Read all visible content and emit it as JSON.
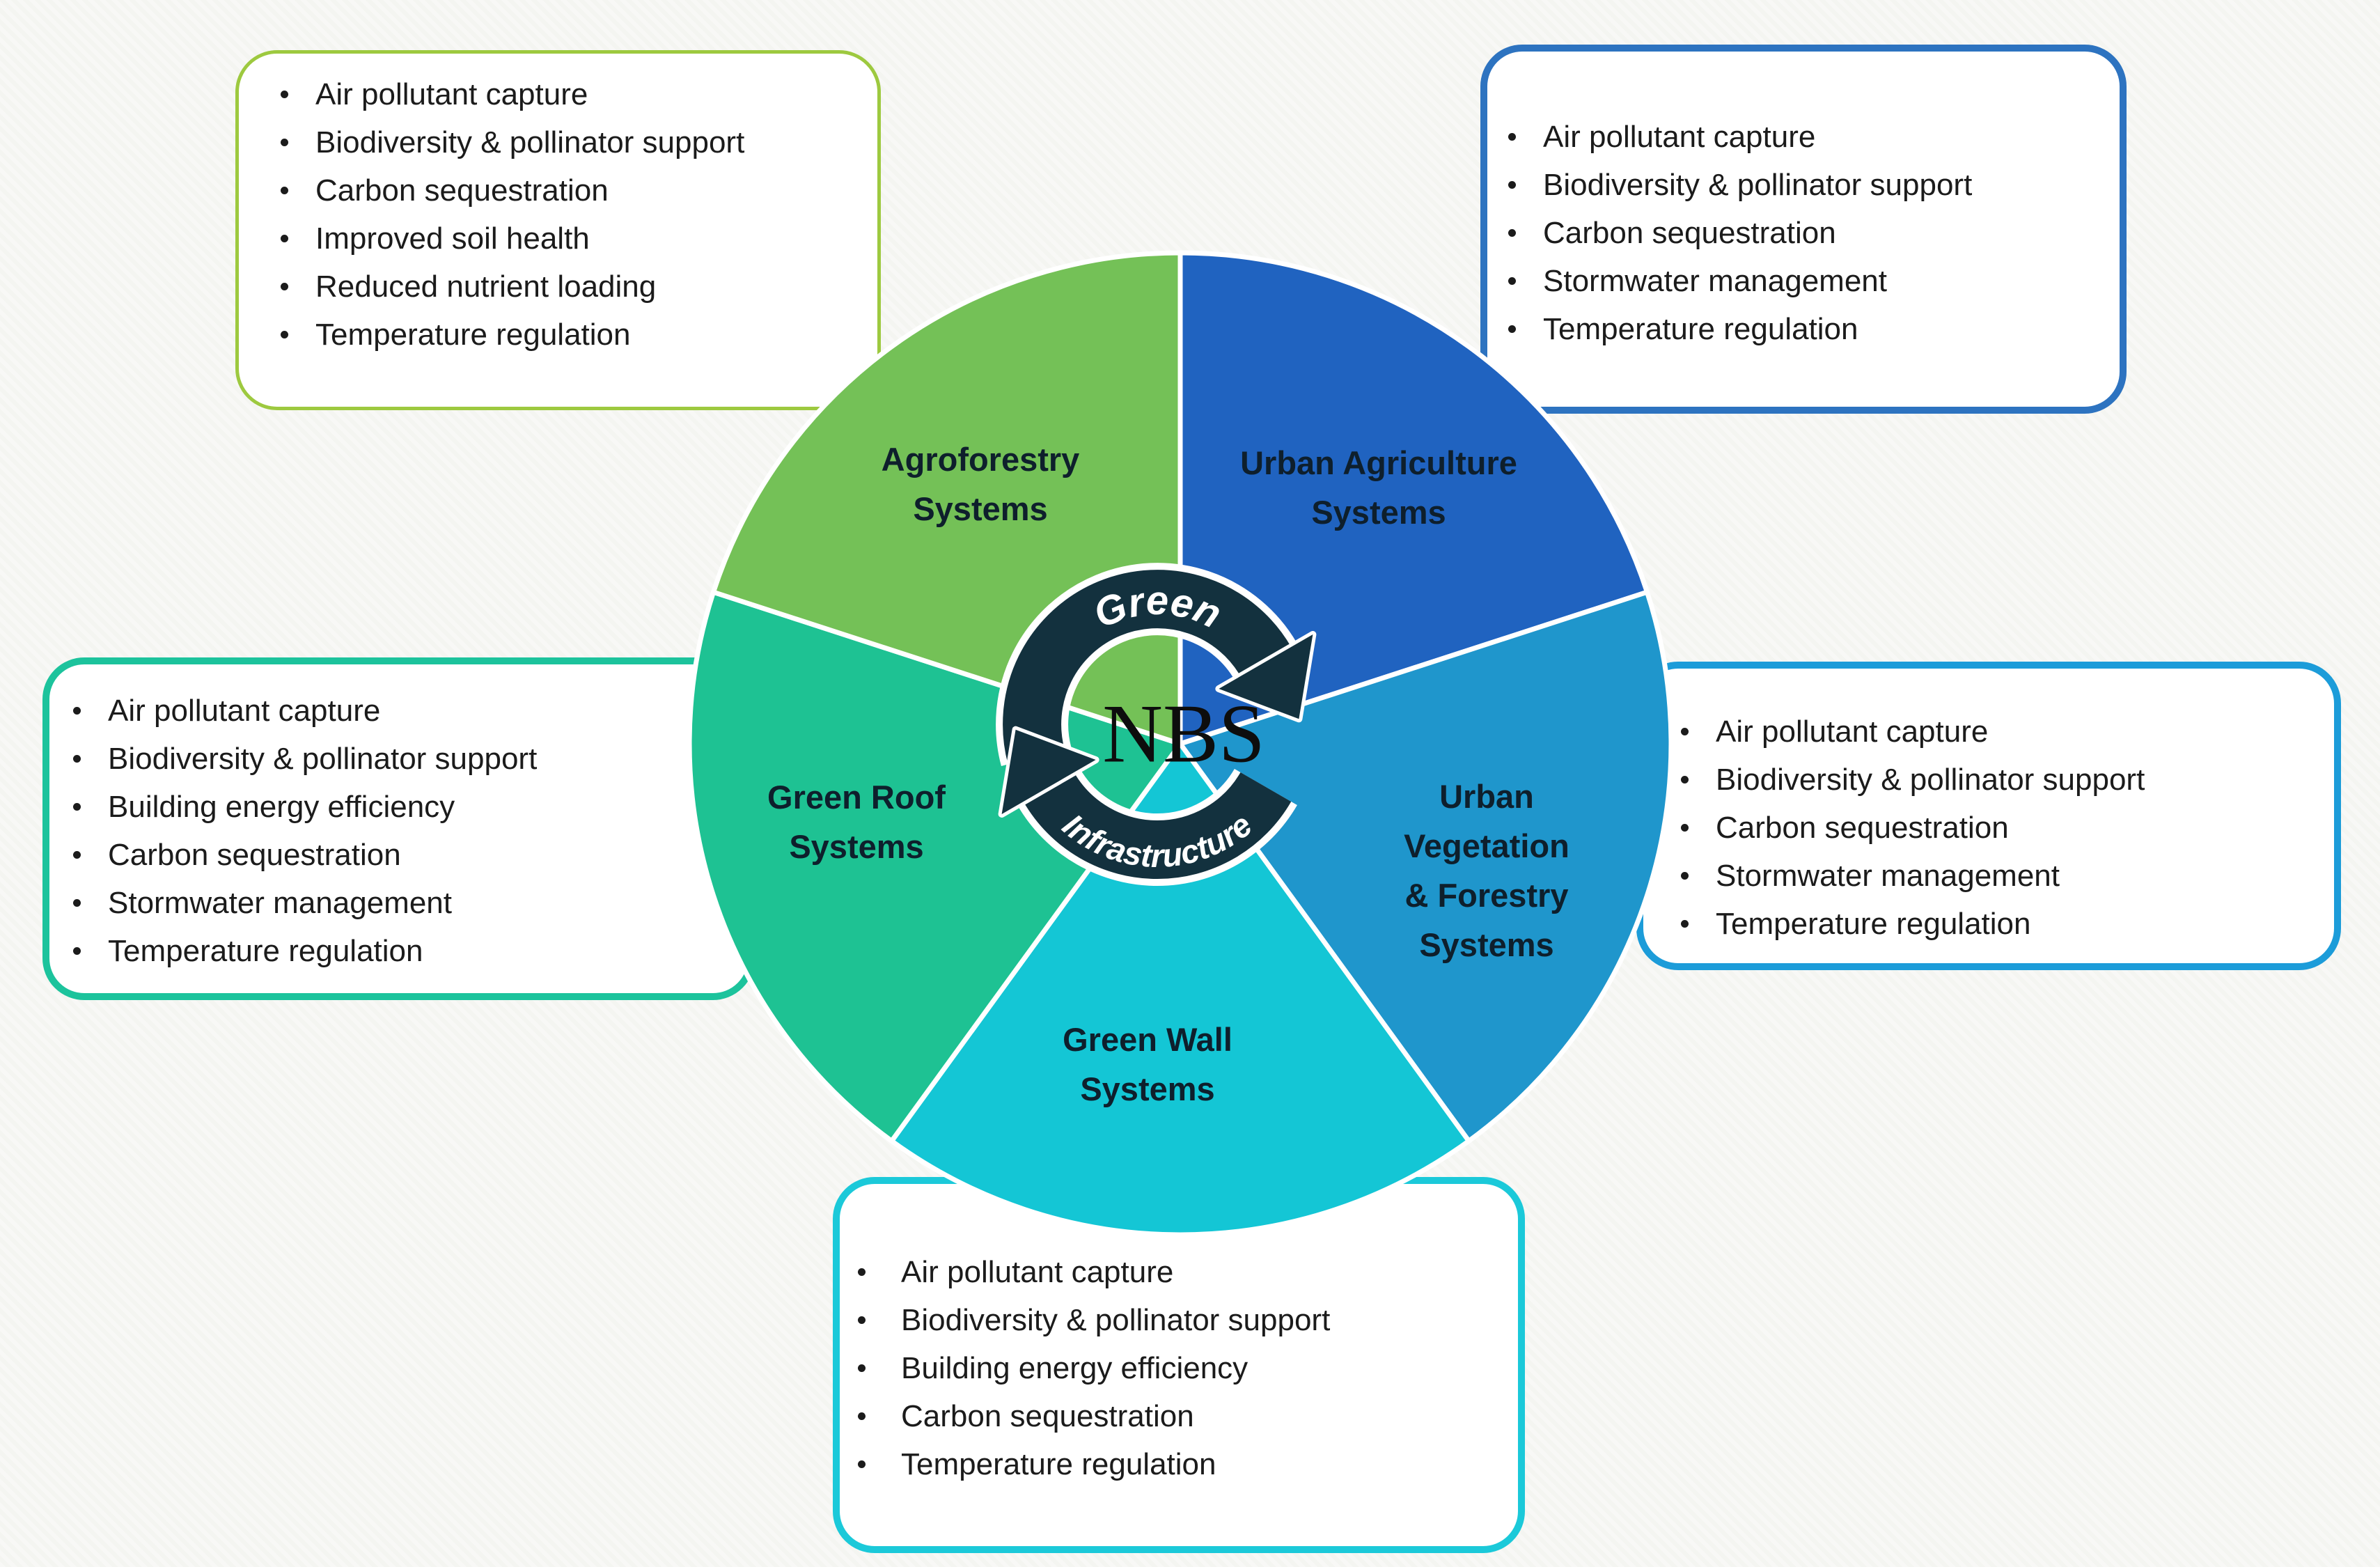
{
  "background_color": "#f4f5f1",
  "center": {
    "top_word": "Green",
    "bottom_word": "Infrastructure",
    "acronym": "NBS",
    "ring_color": "#13313e",
    "arc_text_color": "#ffffff",
    "acronym_color": "#0d0d0d"
  },
  "segments": [
    {
      "id": "urban-agriculture",
      "name": "Urban Agriculture Systems",
      "color": "#2063c0",
      "label_lines": [
        "Urban Agriculture",
        "Systems"
      ]
    },
    {
      "id": "urban-vegetation",
      "name": "Urban Vegetation & Forestry Systems",
      "color": "#1f96cc",
      "label_lines": [
        "Urban",
        "Vegetation",
        "& Forestry",
        "Systems"
      ]
    },
    {
      "id": "green-wall",
      "name": "Green Wall Systems",
      "color": "#14c6d5",
      "label_lines": [
        "Green Wall",
        "Systems"
      ]
    },
    {
      "id": "green-roof",
      "name": "Green Roof Systems",
      "color": "#1ec293",
      "label_lines": [
        "Green Roof",
        "Systems"
      ]
    },
    {
      "id": "agroforestry",
      "name": "Agroforestry Systems",
      "color": "#74c157",
      "label_lines": [
        "Agroforestry",
        "Systems"
      ]
    }
  ],
  "callouts": {
    "top_left": {
      "segment": "Agroforestry Systems",
      "border_color": "#9dc93f",
      "items": [
        "Air pollutant capture",
        "Biodiversity & pollinator support",
        "Carbon sequestration",
        "Improved soil health",
        "Reduced nutrient loading",
        "Temperature regulation"
      ]
    },
    "top_right": {
      "segment": "Urban Agriculture Systems",
      "border_color": "#2d73c0",
      "items": [
        "Air pollutant capture",
        "Biodiversity & pollinator support",
        "Carbon sequestration",
        "Stormwater management",
        "Temperature regulation"
      ]
    },
    "left": {
      "segment": "Green Roof Systems",
      "border_color": "#1cc39c",
      "items": [
        "Air pollutant capture",
        "Biodiversity &  pollinator support",
        "Building energy efficiency",
        "Carbon sequestration",
        "Stormwater management",
        "Temperature regulation"
      ]
    },
    "right": {
      "segment": "Urban Vegetation & Forestry Systems",
      "border_color": "#1c9cd9",
      "items": [
        "Air pollutant capture",
        "Biodiversity & pollinator support",
        "Carbon sequestration",
        "Stormwater management",
        "Temperature regulation"
      ]
    },
    "bottom": {
      "segment": "Green Wall Systems",
      "border_color": "#1bc9d9",
      "items": [
        "Air pollutant capture",
        "Biodiversity & pollinator support",
        "Building energy efficiency",
        "Carbon sequestration",
        "Temperature regulation"
      ]
    }
  },
  "chart_data": {
    "type": "pie",
    "title": "NBS — Green Infrastructure systems",
    "categories": [
      "Urban Agriculture Systems",
      "Urban Vegetation & Forestry Systems",
      "Green Wall Systems",
      "Green Roof Systems",
      "Agroforestry Systems"
    ],
    "values": [
      72,
      72,
      72,
      72,
      72
    ],
    "unit": "degrees",
    "colors": [
      "#2063c0",
      "#1f96cc",
      "#14c6d5",
      "#1ec293",
      "#74c157"
    ],
    "start_angle": "12 o'clock, clockwise",
    "center_annotations": [
      "Green",
      "Infrastructure",
      "NBS"
    ],
    "legend_position": "none"
  }
}
